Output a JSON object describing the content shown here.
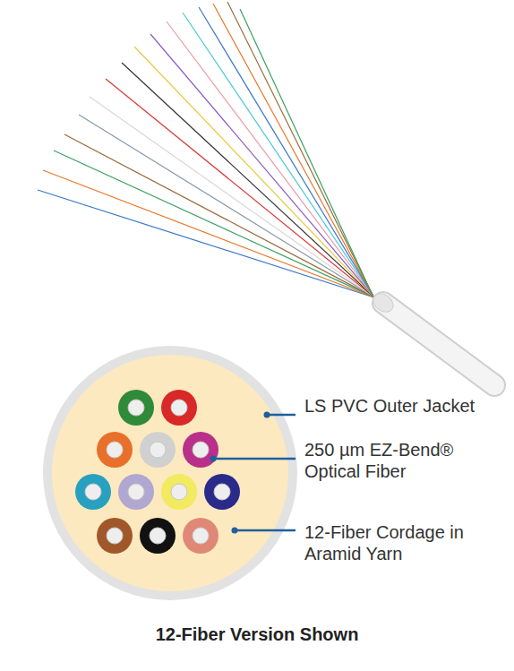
{
  "diagram": {
    "caption": "12-Fiber Version Shown",
    "labels": [
      "LS PVC Outer Jacket",
      "250 µm EZ-Bend® Optical Fiber",
      "12-Fiber Cordage in Aramid Yarn"
    ]
  }
}
